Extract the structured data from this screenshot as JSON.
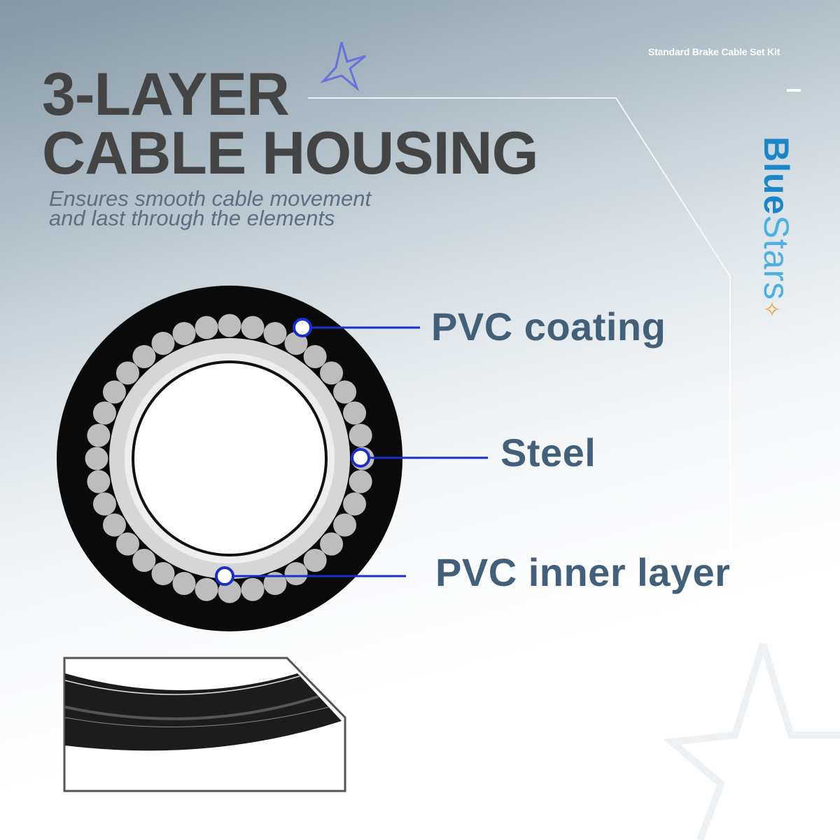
{
  "header": {
    "kit_label": "Standard Brake Cable Set Kit"
  },
  "brand": {
    "part1": "Blue",
    "part2": "Stars",
    "accent": "#1a86c8",
    "star_color": "#e8a13a"
  },
  "title": {
    "line1": "3-LAYER",
    "line2": "CABLE HOUSING",
    "subtitle_line1": "Ensures smooth cable movement",
    "subtitle_line2": "and last through the elements"
  },
  "callouts": [
    {
      "label": "PVC coating"
    },
    {
      "label": "Steel"
    },
    {
      "label": "PVC inner layer"
    }
  ],
  "colors": {
    "callout_line": "#1a2fc8",
    "label": "#43607a"
  }
}
